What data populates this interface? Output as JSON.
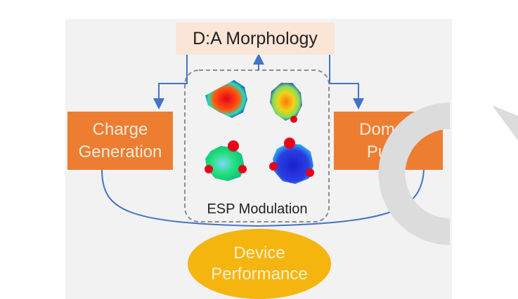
{
  "title_box": "D:A Morphology",
  "left_box": [
    "Charge",
    "Generation"
  ],
  "right_box": [
    "Domain",
    "Purity"
  ],
  "center_label": "ESP Modulation",
  "bottom_ellipse": [
    "Device",
    "Performance"
  ],
  "colors": {
    "title_fill": "#fbe5d6",
    "orange_box": "#ed7d31",
    "ellipse": "#f5b50f",
    "arrow": "#4472c4",
    "dashed_frame": "#8c8c8c"
  },
  "esp_maps": [
    {
      "position": "top-left",
      "dominant_color": "red"
    },
    {
      "position": "top-right",
      "dominant_color": "yellow-red"
    },
    {
      "position": "bottom-left",
      "dominant_color": "cyan-green"
    },
    {
      "position": "bottom-right",
      "dominant_color": "blue"
    }
  ]
}
